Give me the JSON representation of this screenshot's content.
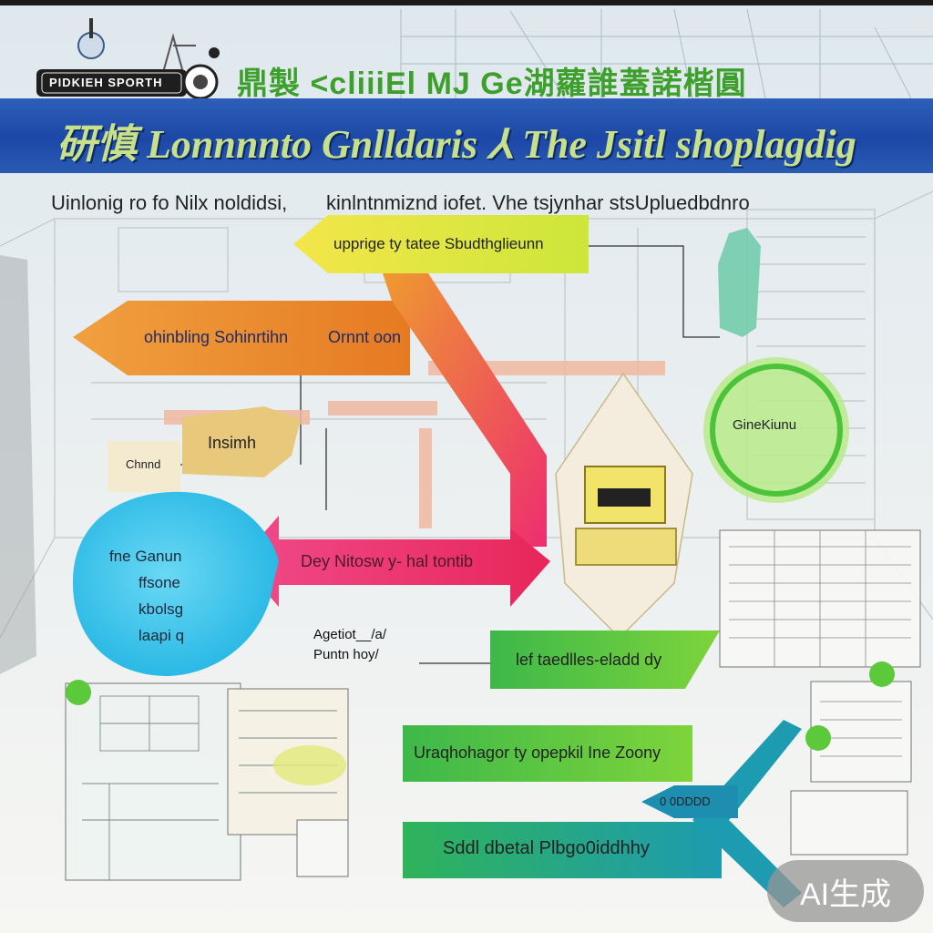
{
  "header": {
    "logo_text": "PIDKIEH SPORTH",
    "title": "鼎製 <cliiiEl MJ Ge湖蘿誰蓋諾楷圓",
    "banner": "研慎 Lonnnnto Gnlldaris ⅄ The Jsitl shoplagdig"
  },
  "subtitle": "Uinlonig ro fo Nilx noldidsi,       kinlntnmiznd iofet. Vhe tsjynhar stsUpluedbdnro",
  "diagram": {
    "arrow_yellow": "upprige ty tatee Sbudthglieunn",
    "arrow_orange_left": "ohinbling Sohinrtihn",
    "arrow_orange_right": "Ornnt oon",
    "label_tan": "Insimh",
    "label_cream": "Chnnd",
    "circle_green": "GineKiunu",
    "arrow_pink": "Dey Nitosw y- hal tontib",
    "circle_cyan_lines": [
      "fne Ganun",
      "ffsone",
      "kbolsg",
      "laapi q"
    ],
    "annotation": [
      "Agetiot__/a/",
      "Puntn hoy/"
    ],
    "box_green_1": "lef taedlles-eladd dy",
    "box_green_2": "Uraqhohagor ty opepkil Ine Zoony",
    "arrow_teal": "0 0DDDD",
    "box_green_3": "Sddl dbetal Plbgo0iddhhy"
  },
  "badge": "AI生成",
  "colors": {
    "banner_blue": "#1c47a6",
    "title_green": "#3ea02c",
    "yellow": "#e6ea3a",
    "orange": "#ee8a2a",
    "pink": "#ee2d78",
    "cyan": "#37c4ea",
    "lime": "#5cc93a",
    "teal": "#1aa0b0"
  }
}
